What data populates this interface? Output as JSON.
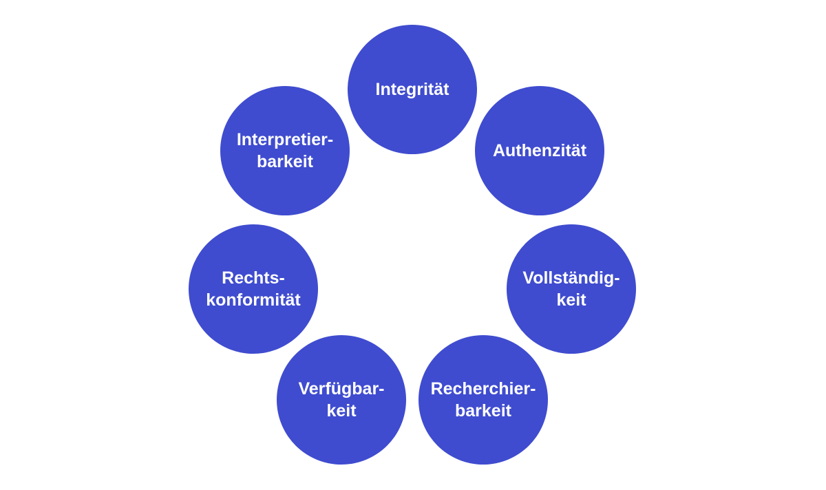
{
  "diagram": {
    "node_color": "#3f4ccf",
    "text_color": "#ffffff",
    "nodes": [
      {
        "id": "integritaet",
        "lines": [
          "Integrität"
        ]
      },
      {
        "id": "authenzitaet",
        "lines": [
          "Authenzität"
        ]
      },
      {
        "id": "vollstaendigkeit",
        "lines": [
          "Vollständig-",
          "keit"
        ]
      },
      {
        "id": "recherchierbarkeit",
        "lines": [
          "Recherchier-",
          "barkeit"
        ]
      },
      {
        "id": "verfuegbarkeit",
        "lines": [
          "Verfügbar-",
          "keit"
        ]
      },
      {
        "id": "rechtskonformitaet",
        "lines": [
          "Rechts-",
          "konformität"
        ]
      },
      {
        "id": "interpretierbarkeit",
        "lines": [
          "Interpretier-",
          "barkeit"
        ]
      }
    ]
  }
}
